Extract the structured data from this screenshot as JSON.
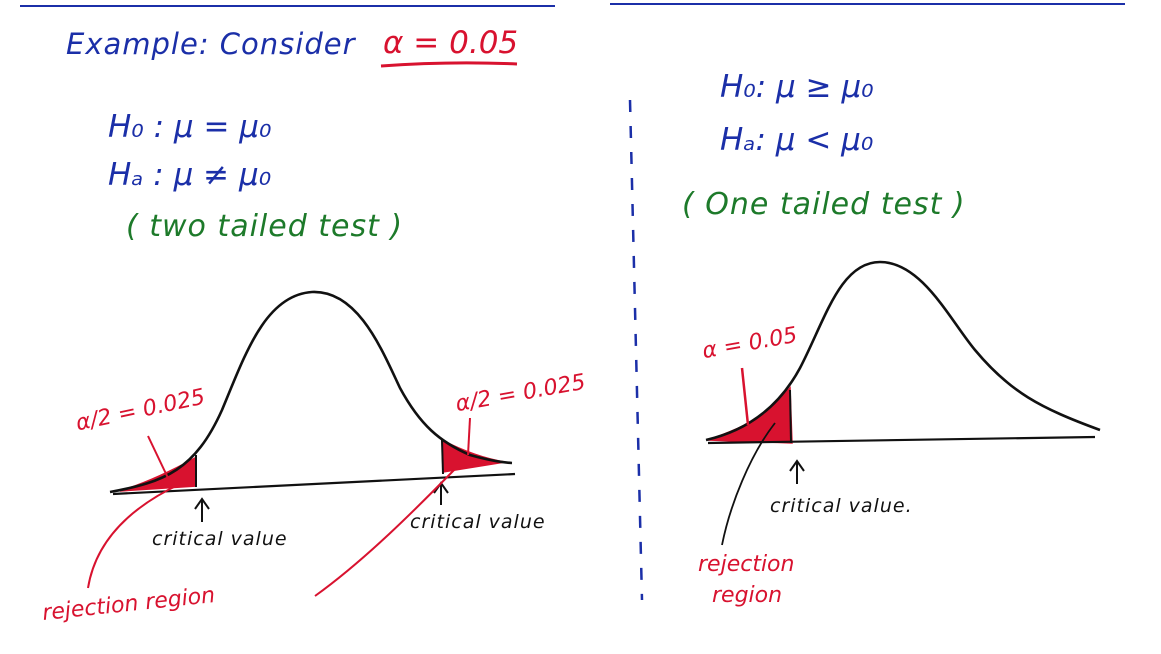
{
  "colors": {
    "ink_blue": "#1b2fa8",
    "ink_green": "#1d7a2a",
    "ink_red": "#d8122f",
    "ink_black": "#111111"
  },
  "header": {
    "title": "Example: Consider",
    "alpha_definition": "α = 0.05"
  },
  "left_panel": {
    "null_hypothesis": "H₀ : μ = μ₀",
    "alt_hypothesis": "Hₐ : μ ≠ μ₀",
    "test_type": "( two tailed test )",
    "left_tail_label": "α/2 = 0.025",
    "right_tail_label": "α/2 = 0.025",
    "left_critical_label": "critical value",
    "right_critical_label": "critical value",
    "rejection_label": "rejection region"
  },
  "right_panel": {
    "null_hypothesis": "H₀: μ ≥ μ₀",
    "alt_hypothesis": "Hₐ: μ < μ₀",
    "test_type": "( One tailed test )",
    "tail_label": "α = 0.05",
    "critical_label": "critical value.",
    "rejection_label_line1": "rejection",
    "rejection_label_line2": "region"
  }
}
